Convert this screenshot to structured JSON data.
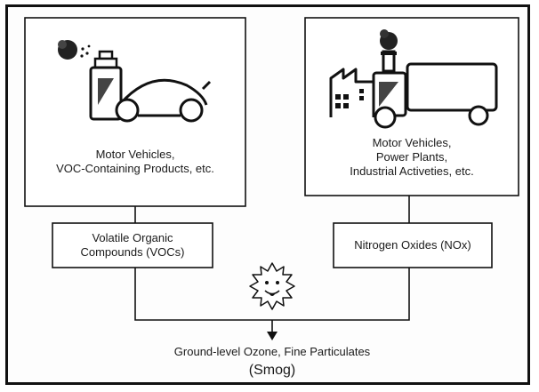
{
  "left_source": {
    "lines": [
      "Motor Vehicles,",
      "VOC-Containing Products, etc."
    ],
    "icon": "spray-can-and-car-icon"
  },
  "right_source": {
    "lines": [
      "Motor Vehicles,",
      "Power Plants,",
      "Industrial Activeties, etc."
    ],
    "icon": "factory-and-truck-icon"
  },
  "left_pollutant": {
    "lines": [
      "Volatile Organic",
      "Compounds (VOCs)"
    ]
  },
  "right_pollutant": {
    "lines": [
      "Nitrogen Oxides (NOx)"
    ]
  },
  "result": {
    "line1": "Ground-level Ozone, Fine Particulates",
    "line2": "(Smog)",
    "icon": "smog-sun-face-icon"
  },
  "colors": {
    "stroke": "#111111",
    "smoke": "#222222"
  }
}
